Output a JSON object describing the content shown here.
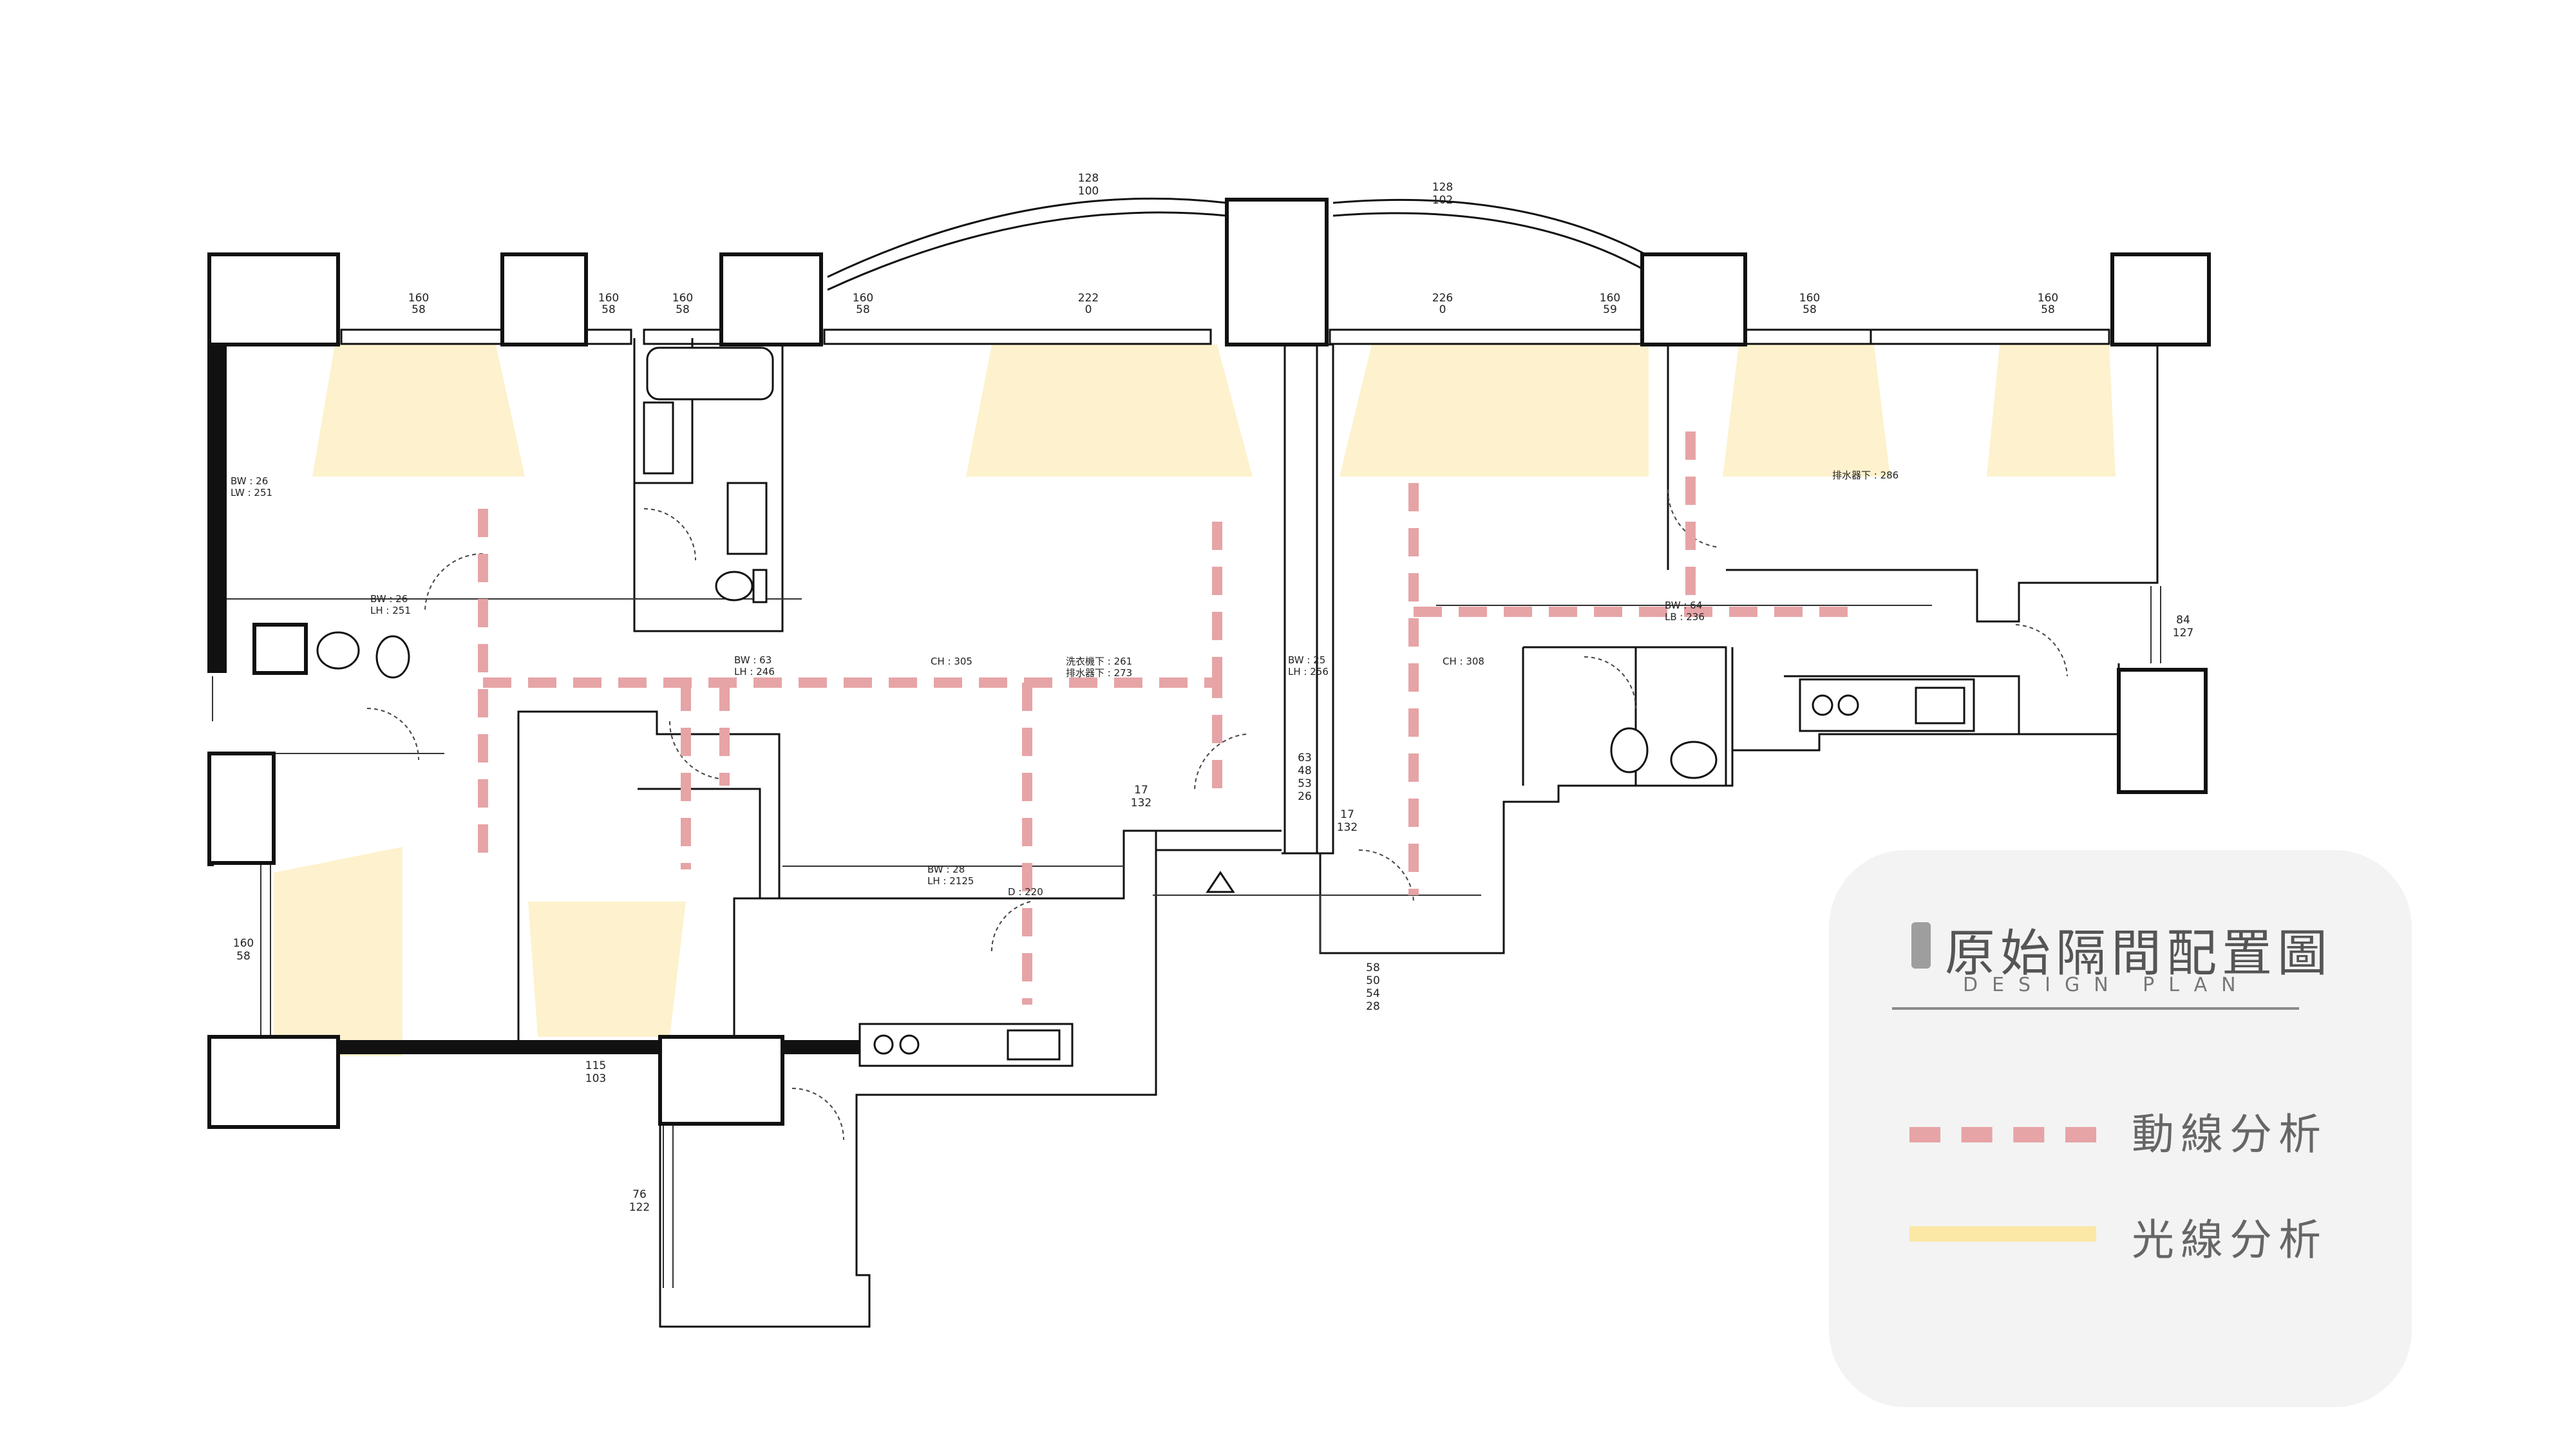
{
  "colors": {
    "circulation": "#e6a4a6",
    "daylight": "#fbe7a6",
    "card_background": "#f3f3f3",
    "wall": "#111111"
  },
  "legend": {
    "title": "原始隔間配置圖",
    "subtitle": "DESIGN PLAN",
    "items": [
      {
        "label": "動線分析",
        "style": "dashed",
        "color": "#e6a4a6"
      },
      {
        "label": "光線分析",
        "style": "solid",
        "color": "#fbe7a6"
      }
    ]
  },
  "plan": {
    "window_dims": [
      {
        "top": "160",
        "bottom": "58"
      },
      {
        "top": "160",
        "bottom": "58"
      },
      {
        "top": "160",
        "bottom": "58"
      },
      {
        "top": "160",
        "bottom": "58"
      },
      {
        "top": "222",
        "bottom": "0"
      },
      {
        "top": "226",
        "bottom": "0"
      },
      {
        "top": "160",
        "bottom": "59"
      },
      {
        "top": "160",
        "bottom": "58"
      },
      {
        "top": "160",
        "bottom": "58"
      }
    ],
    "arc_dims": [
      {
        "top": "128",
        "bottom": "100"
      },
      {
        "top": "128",
        "bottom": "102"
      }
    ],
    "side_dims": [
      {
        "top": "160",
        "bottom": "58"
      },
      {
        "top": "115",
        "bottom": "103"
      },
      {
        "top": "76",
        "bottom": "122"
      },
      {
        "top": "84",
        "bottom": "127"
      },
      {
        "top": "17",
        "bottom": "132"
      },
      {
        "top": "17",
        "bottom": "132"
      }
    ],
    "stack_dims": [
      "63",
      "48",
      "53",
      "26"
    ],
    "stack_dims_b": [
      "58",
      "50",
      "54",
      "28"
    ],
    "room_notes": [
      "BW : 26",
      "LW : 251",
      "BW : 26",
      "LH : 251",
      "BW : 63",
      "LH : 246",
      "CH : 305",
      "洗衣機下 : 261",
      "排水器下 : 273",
      "BW : 25",
      "LH : 256",
      "CH : 308",
      "BW : 64",
      "LB : 236",
      "排水器下 : 286",
      "BW : 28",
      "LH : 2125",
      "D : 220"
    ]
  }
}
